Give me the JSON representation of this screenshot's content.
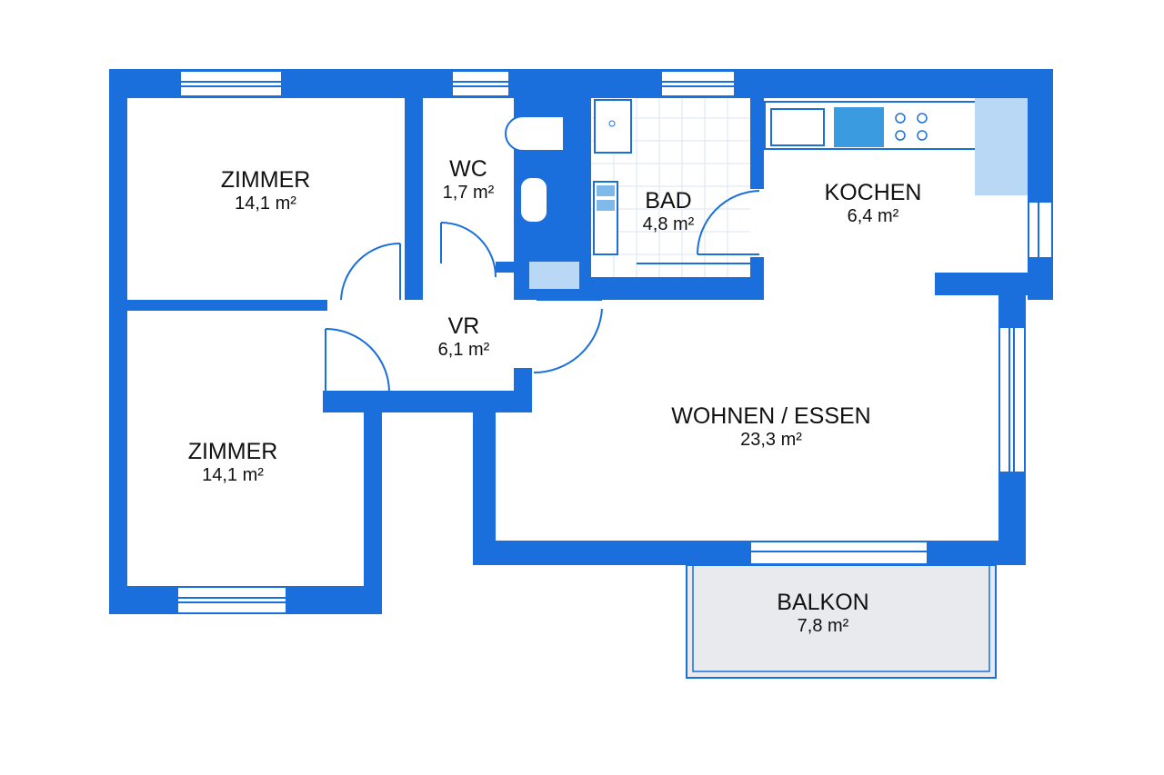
{
  "colors": {
    "wall": "#1a6fdc",
    "fixture_light": "#b9d8f5",
    "fixture_mid": "#3a9be0",
    "balcony": "#e8eaee"
  },
  "rooms": [
    {
      "name": "ZIMMER",
      "area": "14,1 m²"
    },
    {
      "name": "WC",
      "area": "1,7 m²"
    },
    {
      "name": "BAD",
      "area": "4,8 m²"
    },
    {
      "name": "KOCHEN",
      "area": "6,4 m²"
    },
    {
      "name": "VR",
      "area": "6,1 m²"
    },
    {
      "name": "WOHNEN / ESSEN",
      "area": "23,3 m²"
    },
    {
      "name": "ZIMMER",
      "area": "14,1 m²"
    },
    {
      "name": "BALKON",
      "area": "7,8 m²"
    }
  ]
}
